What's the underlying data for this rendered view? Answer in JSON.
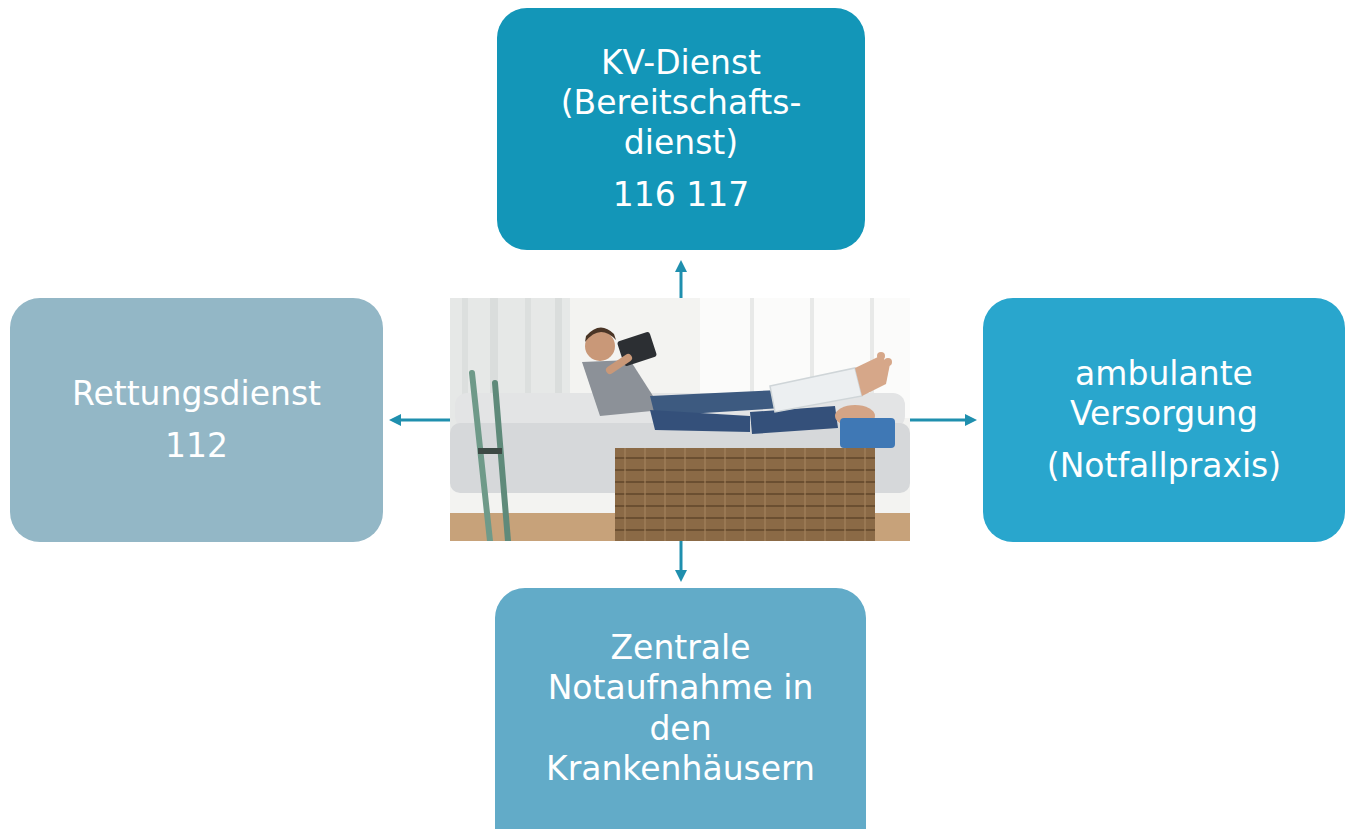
{
  "diagram": {
    "nodes": [
      {
        "text": [
          "KV-Dienst (Bereitschafts- dienst)",
          "116 117"
        ]
      },
      {
        "text": [
          "Rettungsdienst",
          "112"
        ]
      },
      {
        "text": [
          "ambulante Versorgung",
          "(Notfallpraxis)"
        ]
      },
      {
        "text": [
          "Zentrale Notaufnahme in den Krankenhäusern"
        ]
      }
    ]
  }
}
